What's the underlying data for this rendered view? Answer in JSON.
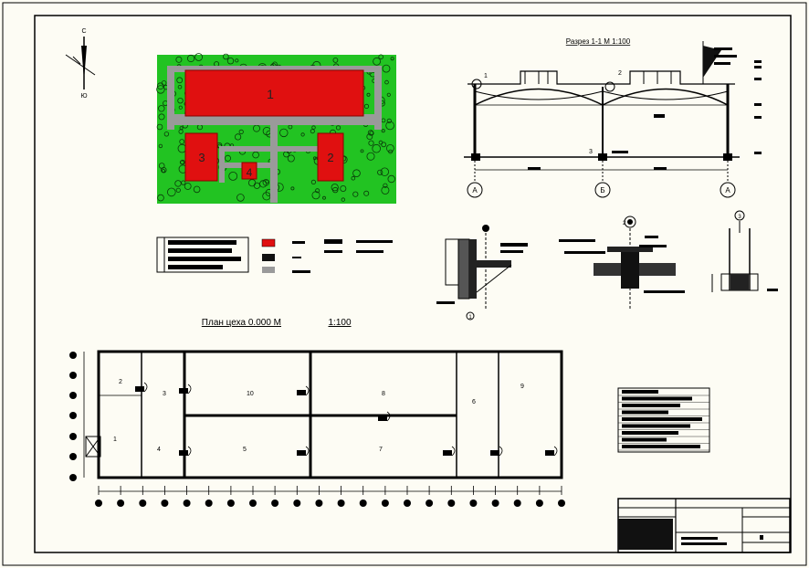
{
  "drawing": {
    "section_title": "Разрез 1-1 М 1:100",
    "plan_title_main": "План цеха 0.000 М",
    "plan_title_scale": "1:100",
    "compass": {
      "north": "С",
      "south": "Ю"
    },
    "site_plan_numbers": [
      "1",
      "2",
      "3",
      "4"
    ],
    "section_axes": [
      "А",
      "Б",
      "А"
    ],
    "section_marks": [
      "1",
      "2",
      "3"
    ],
    "detail_marks": [
      "1",
      "2",
      "3"
    ],
    "plan_rooms": [
      "2",
      "3",
      "10",
      "8",
      "6",
      "9",
      "1",
      "4",
      "5",
      "7"
    ],
    "plan_axes_count": 22
  },
  "colors": {
    "building_red": "#e01010",
    "green_area": "#22c322",
    "road_gray": "#9a9a9a",
    "frame_dark": "#1a1a1a"
  }
}
